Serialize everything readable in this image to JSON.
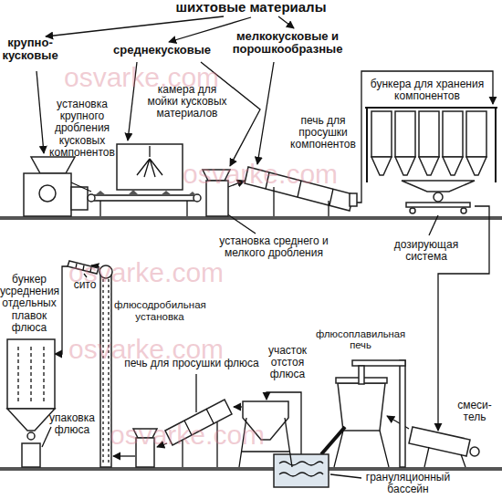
{
  "diagram": {
    "title": "шихтовые материалы",
    "labels": [
      "крупно- кусковые",
      "среднекусковые",
      "мелкокусковые и порошкообразные",
      "установка крупного дробления кусковых компонентов",
      "камера для мойки кусковых материалов",
      "печь для просушки компонентов",
      "бункера для хранения компонентов",
      "установка среднего и мелкого дробления",
      "дозирующая система",
      "бункер усреднения отдельных плавок флюса",
      "сито",
      "флюсодробильная установка",
      "печь для просушки флюса",
      "участок отстоя флюса",
      "флюсоплавильная печь",
      "смеси- тель",
      "упаковка флюса",
      "грануляционный бассейн",
      "osvarke.com",
      "osvarke.com",
      "osvarke.com",
      "osvarke.com",
      "osvarke.com"
    ]
  }
}
